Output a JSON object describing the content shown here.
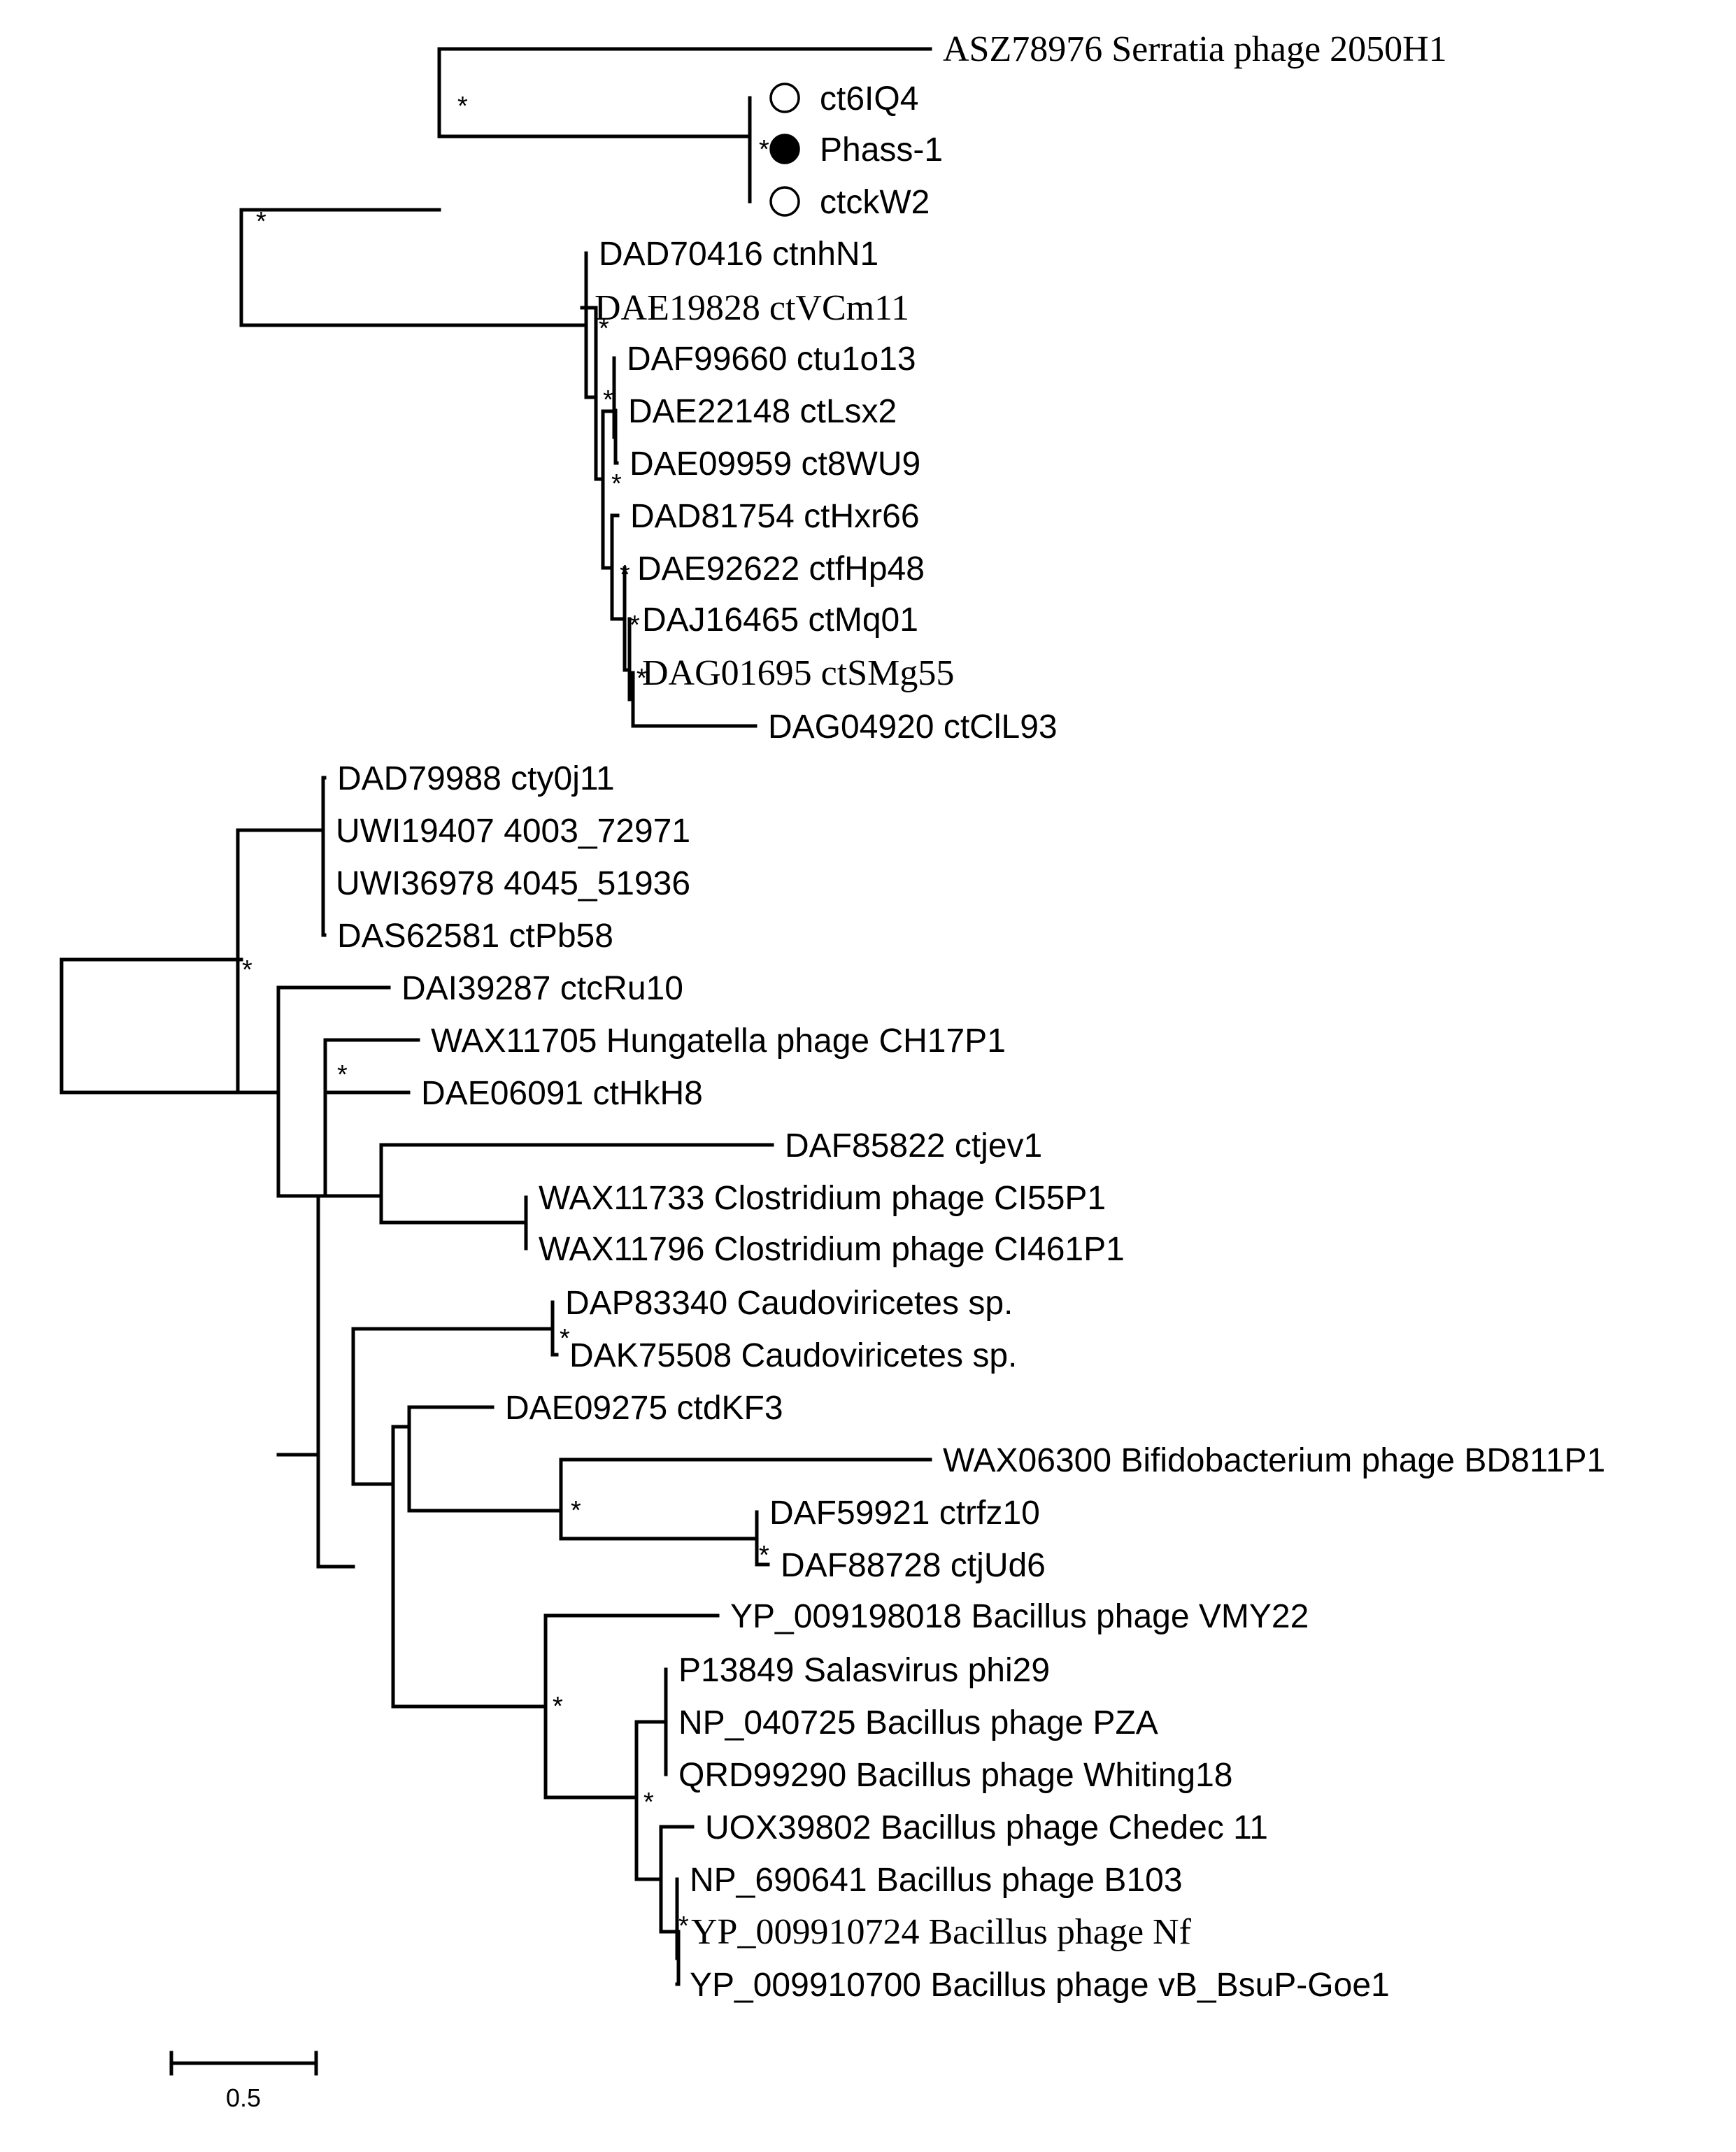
{
  "tree": {
    "leaves": [
      {
        "id": "L1",
        "label": "ASZ78976 Serratia phage 2050H1",
        "font": "serif"
      },
      {
        "id": "L2",
        "label": "ct6IQ4",
        "marker": "open"
      },
      {
        "id": "L3",
        "label": "Phass-1",
        "marker": "filled"
      },
      {
        "id": "L4",
        "label": "ctckW2",
        "marker": "open"
      },
      {
        "id": "L5",
        "label": "DAD70416 ctnhN1"
      },
      {
        "id": "L6",
        "label": "DAE19828 ctVCm11",
        "font": "serif"
      },
      {
        "id": "L7",
        "label": "DAF99660 ctu1o13"
      },
      {
        "id": "L8",
        "label": "DAE22148 ctLsx2"
      },
      {
        "id": "L9",
        "label": "DAE09959 ct8WU9"
      },
      {
        "id": "L10",
        "label": "DAD81754 ctHxr66"
      },
      {
        "id": "L11",
        "label": "DAE92622 ctfHp48"
      },
      {
        "id": "L12",
        "label": "DAJ16465 ctMq01"
      },
      {
        "id": "L13",
        "label": "DAG01695 ctSMg55",
        "font": "serif"
      },
      {
        "id": "L14",
        "label": "DAG04920 ctClL93"
      },
      {
        "id": "L15",
        "label": "DAD79988 cty0j11"
      },
      {
        "id": "L16",
        "label": "UWI19407 4003_72971"
      },
      {
        "id": "L17",
        "label": "UWI36978 4045_51936"
      },
      {
        "id": "L18",
        "label": "DAS62581 ctPb58"
      },
      {
        "id": "L19",
        "label": "DAI39287 ctcRu10"
      },
      {
        "id": "L20",
        "label": "WAX11705 Hungatella phage CH17P1"
      },
      {
        "id": "L21",
        "label": "DAE06091 ctHkH8"
      },
      {
        "id": "L22",
        "label": "DAF85822 ctjev1"
      },
      {
        "id": "L23",
        "label": "WAX11733 Clostridium phage CI55P1"
      },
      {
        "id": "L24",
        "label": "WAX11796 Clostridium phage CI461P1"
      },
      {
        "id": "L25",
        "label": "DAP83340 Caudoviricetes sp."
      },
      {
        "id": "L26",
        "label": "DAK75508 Caudoviricetes sp."
      },
      {
        "id": "L27",
        "label": "DAE09275 ctdKF3"
      },
      {
        "id": "L28",
        "label": "WAX06300 Bifidobacterium phage BD811P1"
      },
      {
        "id": "L29",
        "label": "DAF59921 ctrfz10"
      },
      {
        "id": "L30",
        "label": "DAF88728 ctjUd6"
      },
      {
        "id": "L31",
        "label": "YP_009198018 Bacillus phage VMY22"
      },
      {
        "id": "L32",
        "label": "P13849 Salasvirus phi29"
      },
      {
        "id": "L33",
        "label": "NP_040725 Bacillus phage PZA"
      },
      {
        "id": "L34",
        "label": "QRD99290 Bacillus phage Whiting18"
      },
      {
        "id": "L35",
        "label": "UOX39802 Bacillus phage Chedec 11"
      },
      {
        "id": "L36",
        "label": "NP_690641 Bacillus phage B103"
      },
      {
        "id": "L37",
        "label": "YP_009910724 Bacillus phage Nf",
        "font": "serif"
      },
      {
        "id": "L38",
        "label": "YP_009910700 Bacillus phage vB_BsuP-Goe1"
      }
    ],
    "support_symbol": "*",
    "scale_bar": {
      "label": "0.5",
      "value": 0.5
    },
    "colors": {
      "line": "#000000",
      "background": "#ffffff",
      "filled_marker": "#000000",
      "open_marker": "#ffffff"
    }
  }
}
